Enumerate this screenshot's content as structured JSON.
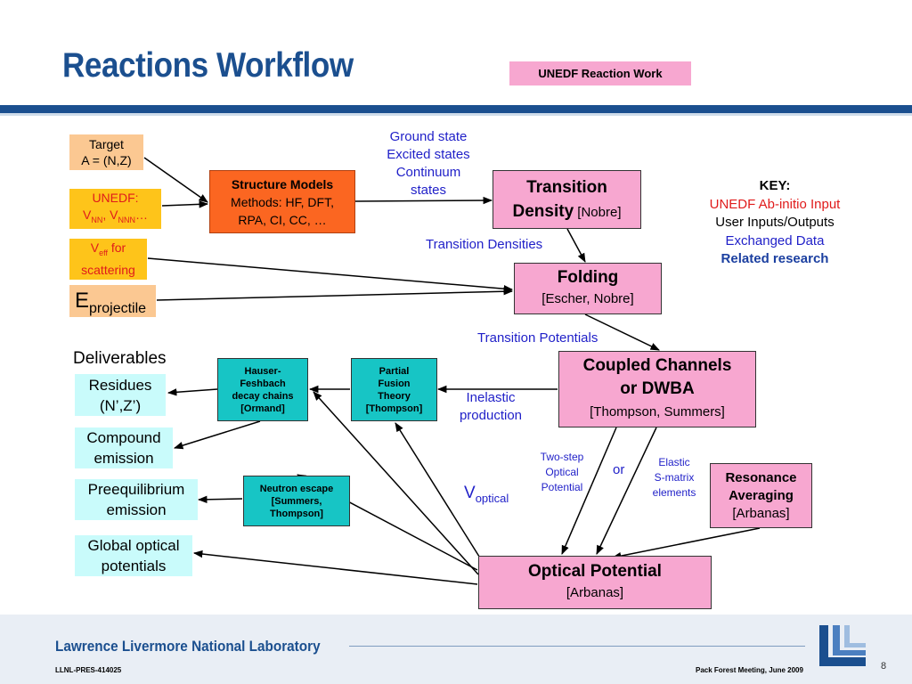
{
  "header": {
    "title": "Reactions Workflow",
    "tag": "UNEDF Reaction Work"
  },
  "inputs": {
    "target": [
      "Target",
      "A = (N,Z)"
    ],
    "unedf": {
      "line1": "UNEDF:",
      "v": "V",
      "nn": "NN",
      "sep": ", V",
      "nnn": "NNN",
      "dots": "…"
    },
    "veff": {
      "v": "V",
      "sub": "eff",
      "rest": " for",
      "line2": "scattering"
    },
    "eproj": {
      "e": "E",
      "sub": "projectile"
    }
  },
  "structure": {
    "title": "Structure Models",
    "methods_label": "Methods:",
    "methods": " HF, DFT,",
    "line3": "RPA, CI, CC, …"
  },
  "states_label": [
    "Ground state",
    "Excited states",
    "Continuum",
    "states"
  ],
  "transition_density": {
    "line1": "Transition",
    "line2": "Density",
    "cite": " [Nobre]"
  },
  "transition_densities_label": "Transition Densities",
  "folding": {
    "title": "Folding",
    "cite": "[Escher, Nobre]"
  },
  "transition_potentials_label": "Transition Potentials",
  "key": {
    "title": "KEY:",
    "items": [
      {
        "text": "UNEDF Ab-initio Input",
        "color": "#e01b1b"
      },
      {
        "text": "User Inputs/Outputs",
        "color": "#000000"
      },
      {
        "text": "Exchanged Data",
        "color": "#1f1fc8"
      },
      {
        "text": "Related research",
        "color": "#1b3fa0"
      }
    ]
  },
  "deliverables": {
    "title": "Deliverables",
    "residues": [
      "Residues",
      "(N’,Z’)"
    ],
    "compound": [
      "Compound",
      "emission"
    ],
    "preeq": [
      "Preequilibrium",
      "emission"
    ],
    "global": [
      "Global optical",
      "potentials"
    ]
  },
  "hauser": [
    "Hauser-",
    "Feshbach",
    "decay chains",
    "[Ormand]"
  ],
  "partial": [
    "Partial",
    "Fusion",
    "Theory",
    "[Thompson]"
  ],
  "coupled": {
    "line1": "Coupled Channels",
    "line2": "or DWBA",
    "cite": "[Thompson, Summers]"
  },
  "inelastic_label": [
    "Inelastic",
    "production"
  ],
  "neutron": [
    "Neutron escape",
    "[Summers,",
    "Thompson]"
  ],
  "voptical": {
    "v": "V",
    "sub": "optical"
  },
  "two_step": [
    "Two-step",
    "Optical",
    "Potential"
  ],
  "or_label": "or",
  "elastic": [
    "Elastic",
    "S-matrix",
    "elements"
  ],
  "resonance": {
    "line1": "Resonance",
    "line2": "Averaging",
    "cite": "[Arbanas]"
  },
  "optical": {
    "title": "Optical Potential",
    "cite": "[Arbanas]"
  },
  "footer": {
    "lab": "Lawrence Livermore National Laboratory",
    "id": "LLNL-PRES-414025",
    "meeting": "Pack Forest Meeting, June 2009",
    "page": "8"
  },
  "colors": {
    "brand_blue": "#1b4f8f",
    "pink": "#f7a7d0",
    "orange": "#fb6621",
    "teal": "#17c5c5",
    "cyan": "#c9fbfb",
    "peach": "#fbc892",
    "yellow": "#fec41a"
  }
}
